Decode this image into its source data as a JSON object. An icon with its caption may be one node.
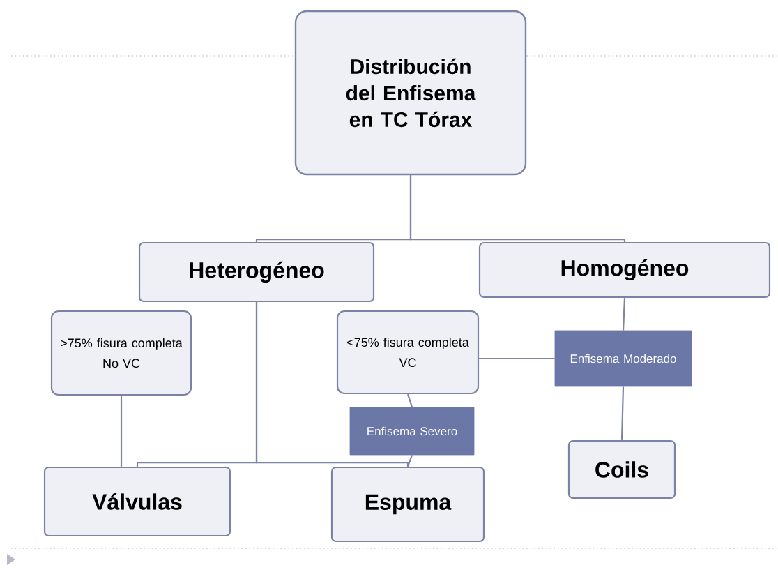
{
  "diagram": {
    "nodes": [
      {
        "text": [
          "Distribución del Enfisema en TC Tórax"
        ]
      },
      {
        "text": [
          "Heterogéneo"
        ]
      },
      {
        "text": [
          "Homogéneo"
        ]
      },
      {
        "text": [
          ">75% fisura completa",
          "No VC"
        ]
      },
      {
        "text": [
          "<75% fisura completa",
          "VC"
        ]
      },
      {
        "text": [
          "Enfisema Moderado"
        ]
      },
      {
        "text": [
          "Enfisema Severo"
        ]
      },
      {
        "text": [
          "Válvulas"
        ]
      },
      {
        "text": [
          "Espuma"
        ]
      },
      {
        "text": [
          "Coils"
        ]
      }
    ],
    "edges": [
      {
        "from": 0,
        "to": 1,
        "arrow": "none"
      },
      {
        "from": 0,
        "to": 2,
        "arrow": "none"
      },
      {
        "from": 1,
        "to": 7,
        "arrow": "none"
      },
      {
        "from": 1,
        "to": 8,
        "arrow": "none"
      },
      {
        "from": 3,
        "to": 7,
        "arrow": "none"
      },
      {
        "from": 4,
        "to": 6,
        "arrow": "none"
      },
      {
        "from": 6,
        "to": 8,
        "arrow": "none"
      },
      {
        "from": 2,
        "to": 5,
        "arrow": "none"
      },
      {
        "from": 5,
        "to": 9,
        "arrow": "none"
      },
      {
        "from": 5,
        "to": 4,
        "arrow": "none"
      }
    ]
  }
}
